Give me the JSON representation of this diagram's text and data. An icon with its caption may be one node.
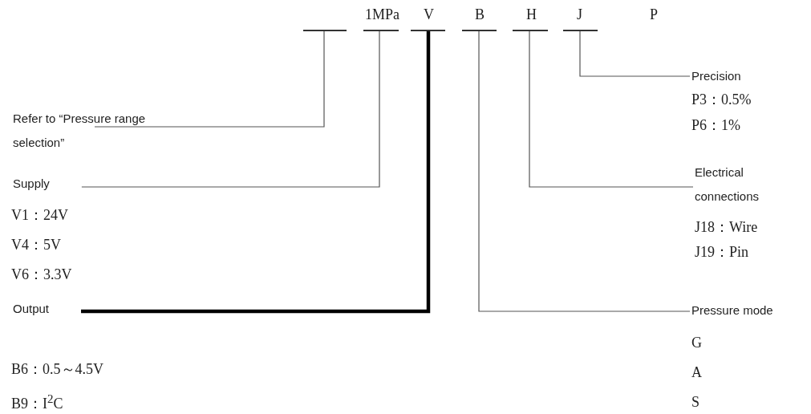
{
  "diagram": {
    "nodes": [
      {
        "text": [],
        "shape": "bar"
      },
      {
        "text": [],
        "shape": "bar"
      },
      {
        "text": [],
        "shape": "bar"
      },
      {
        "text": [],
        "shape": "bar"
      },
      {
        "text": [],
        "shape": "bar"
      },
      {
        "text": [],
        "shape": "bar"
      },
      {
        "text": [
          "Refer to “Pressure range selection”"
        ]
      },
      {
        "text": [
          "Supply"
        ],
        "beside": [
          "V1：24V",
          "V4：5V",
          "V6：3.3V"
        ]
      },
      {
        "text": [
          "Output"
        ],
        "beside": [
          "B6：0.5～4.5V",
          "B9：I$^{2}$C"
        ]
      },
      {
        "text": [
          "Pressure mode"
        ],
        "beside": [
          "G",
          "A",
          "S"
        ]
      },
      {
        "text": [
          "Electrical connections"
        ],
        "beside": [
          "J18：Wire",
          "J19：Pin"
        ]
      },
      {
        "text": [
          "Precision"
        ],
        "beside": [
          "P3：0.5%",
          "P6：1%"
        ]
      }
    ],
    "edges": [
      {
        "from": 6,
        "to": 0,
        "arrow": "none"
      },
      {
        "from": 7,
        "to": 1,
        "arrow": "none"
      },
      {
        "from": 8,
        "to": 2,
        "arrow": "none",
        "style": "thick"
      },
      {
        "from": 9,
        "to": 3,
        "arrow": "none"
      },
      {
        "from": 10,
        "to": 4,
        "arrow": "none"
      },
      {
        "from": 11,
        "to": 5,
        "arrow": "none"
      }
    ],
    "labels": [
      "1MPa",
      "V",
      "B",
      "H",
      "J",
      "P"
    ]
  }
}
